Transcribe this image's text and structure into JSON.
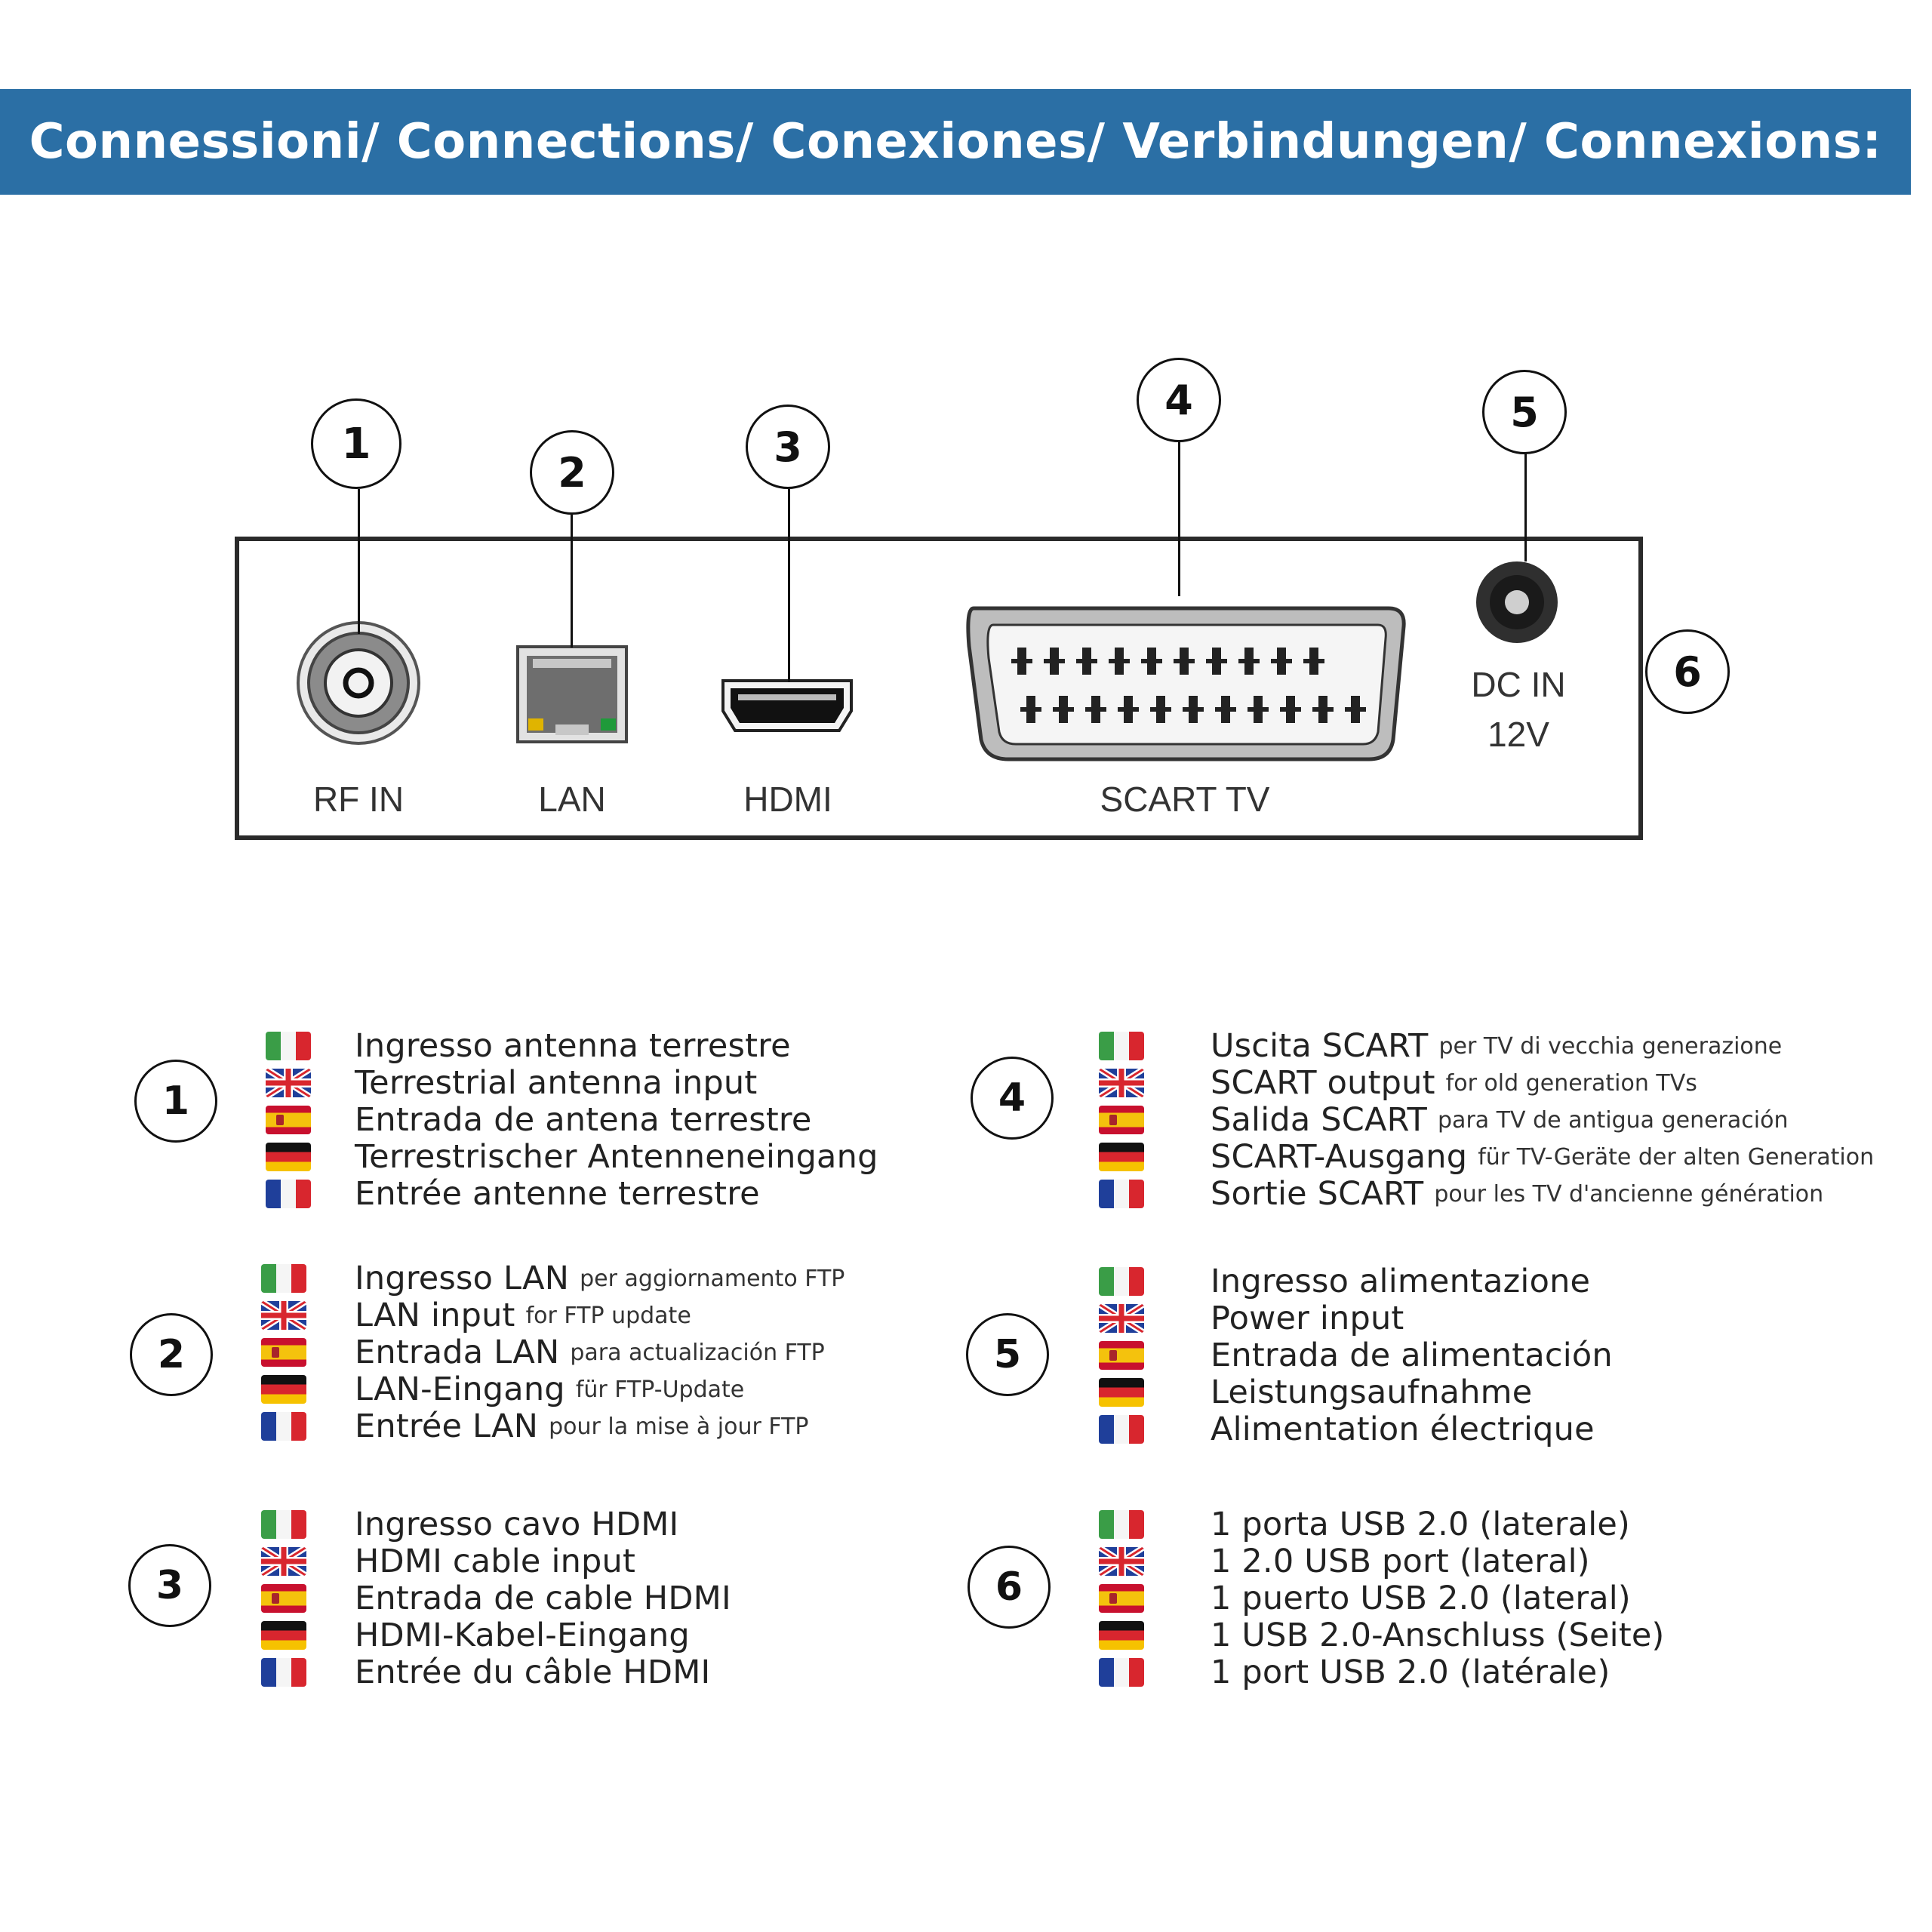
{
  "banner": {
    "title": "Connessioni/ Connections/ Conexiones/ Verbindungen/ Connexions:"
  },
  "ports": {
    "rf_in": "RF IN",
    "lan": "LAN",
    "hdmi": "HDMI",
    "scart": "SCART TV",
    "dc_in_1": "DC IN",
    "dc_in_2": "12V"
  },
  "callouts": [
    "1",
    "2",
    "3",
    "4",
    "5",
    "6"
  ],
  "legend": [
    {
      "number": "1",
      "rows": [
        {
          "lang": "it",
          "text": "Ingresso antenna terrestre",
          "sub": ""
        },
        {
          "lang": "en",
          "text": "Terrestrial antenna input",
          "sub": ""
        },
        {
          "lang": "es",
          "text": "Entrada de antena terrestre",
          "sub": ""
        },
        {
          "lang": "de",
          "text": "Terrestrischer Antenneneingang",
          "sub": ""
        },
        {
          "lang": "fr",
          "text": "Entrée antenne terrestre",
          "sub": ""
        }
      ]
    },
    {
      "number": "2",
      "rows": [
        {
          "lang": "it",
          "text": "Ingresso LAN",
          "sub": "per aggiornamento FTP"
        },
        {
          "lang": "en",
          "text": "LAN input",
          "sub": "for FTP update"
        },
        {
          "lang": "es",
          "text": "Entrada LAN",
          "sub": "para actualización FTP"
        },
        {
          "lang": "de",
          "text": "LAN-Eingang",
          "sub": "für FTP-Update"
        },
        {
          "lang": "fr",
          "text": "Entrée LAN",
          "sub": "pour la mise à jour FTP"
        }
      ]
    },
    {
      "number": "3",
      "rows": [
        {
          "lang": "it",
          "text": "Ingresso cavo HDMI",
          "sub": ""
        },
        {
          "lang": "en",
          "text": "HDMI cable input",
          "sub": ""
        },
        {
          "lang": "es",
          "text": "Entrada de cable HDMI",
          "sub": ""
        },
        {
          "lang": "de",
          "text": "HDMI-Kabel-Eingang",
          "sub": ""
        },
        {
          "lang": "fr",
          "text": "Entrée du câble HDMI",
          "sub": ""
        }
      ]
    },
    {
      "number": "4",
      "rows": [
        {
          "lang": "it",
          "text": "Uscita SCART",
          "sub": "per TV di vecchia generazione"
        },
        {
          "lang": "en",
          "text": "SCART output",
          "sub": "for old generation TVs"
        },
        {
          "lang": "es",
          "text": "Salida SCART",
          "sub": "para TV de antigua generación"
        },
        {
          "lang": "de",
          "text": "SCART-Ausgang",
          "sub": "für TV-Geräte der alten Generation"
        },
        {
          "lang": "fr",
          "text": "Sortie SCART",
          "sub": "pour les TV d'ancienne génération"
        }
      ]
    },
    {
      "number": "5",
      "rows": [
        {
          "lang": "it",
          "text": "Ingresso alimentazione",
          "sub": ""
        },
        {
          "lang": "en",
          "text": "Power input",
          "sub": ""
        },
        {
          "lang": "es",
          "text": "Entrada de alimentación",
          "sub": ""
        },
        {
          "lang": "de",
          "text": "Leistungsaufnahme",
          "sub": ""
        },
        {
          "lang": "fr",
          "text": "Alimentation électrique",
          "sub": ""
        }
      ]
    },
    {
      "number": "6",
      "rows": [
        {
          "lang": "it",
          "text": "1 porta USB 2.0 (laterale)",
          "sub": ""
        },
        {
          "lang": "en",
          "text": "1 2.0 USB port (lateral)",
          "sub": ""
        },
        {
          "lang": "es",
          "text": "1 puerto USB 2.0 (lateral)",
          "sub": ""
        },
        {
          "lang": "de",
          "text": "1 USB 2.0-Anschluss (Seite)",
          "sub": ""
        },
        {
          "lang": "fr",
          "text": "1 port USB 2.0 (latérale)",
          "sub": ""
        }
      ]
    }
  ],
  "colors": {
    "banner": "#2b6fa5",
    "led_yellow": "#e0b400",
    "led_green": "#1f9a3a"
  },
  "icons": [
    "italy-flag-icon",
    "uk-flag-icon",
    "spain-flag-icon",
    "germany-flag-icon",
    "france-flag-icon"
  ]
}
